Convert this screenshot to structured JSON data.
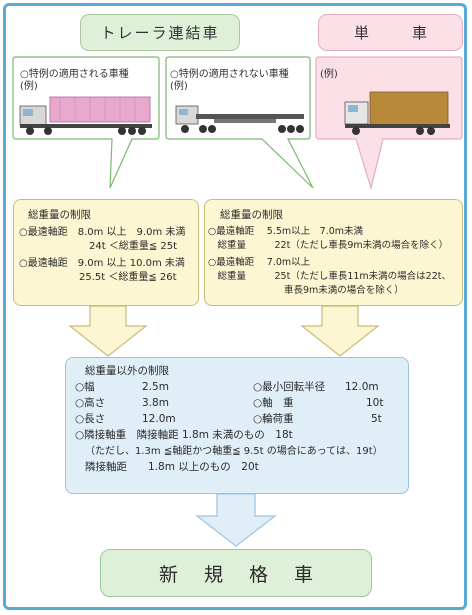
{
  "headers": {
    "trailer": "トレーラ連結車",
    "single": "単　車"
  },
  "callouts": {
    "special_applied": "○特例の適用される車種\n(例)",
    "special_not_applied": "○特例の適用されない車種\n(例)",
    "single_example": "(例)"
  },
  "left_box": {
    "title": "総重量の制限",
    "line1": "○最遠軸距　8.0m 以上　9.0m 未満",
    "line2": "　　　　　　　24t ＜総重量≦ 25t",
    "line3": "○最遠軸距　9.0m 以上 10.0m 未満",
    "line4": "　　　　　　25.5t ＜総重量≦ 26t"
  },
  "right_box": {
    "title": "総重量の制限",
    "line1": "○最遠軸距　 5.5m以上　7.0m未満",
    "line2": "　総重量　　　22t（ただし車長9m未満の場合を除く）",
    "line3": "○最遠軸距　 7.0m以上",
    "line4": "　総重量　　　25t（ただし車長11m未満の場合は22t、",
    "line5": "　　　　　　　　車長9m未満の場合を除く）"
  },
  "other_limits": {
    "title": "総重量以外の制限",
    "width_label": "○幅",
    "width_value": "2.5m",
    "height_label": "○高さ",
    "height_value": "3.8m",
    "length_label": "○長さ",
    "length_value": "12.0m",
    "turn_label": "○最小回転半径",
    "turn_value": "12.0m",
    "axle_label": "○軸　重",
    "axle_value": "10t",
    "wheel_label": "○輪荷重",
    "wheel_value": "5t",
    "adj1": "○隣接軸重　隣接軸距 1.8m 未満のもの　18t",
    "adj2": "（ただし、1.3m ≦軸距かつ軸重≦ 9.5t の場合にあっては、19t）",
    "adj3": "隣接軸距　　1.8m 以上のもの　20t"
  },
  "final": "新規格車",
  "colors": {
    "frame": "#5aa9d6",
    "green_box": "#dff0d8",
    "pink_box": "#fbe0e8",
    "yellow_box": "#fdf6d2",
    "blue_box": "#e0eef8"
  }
}
